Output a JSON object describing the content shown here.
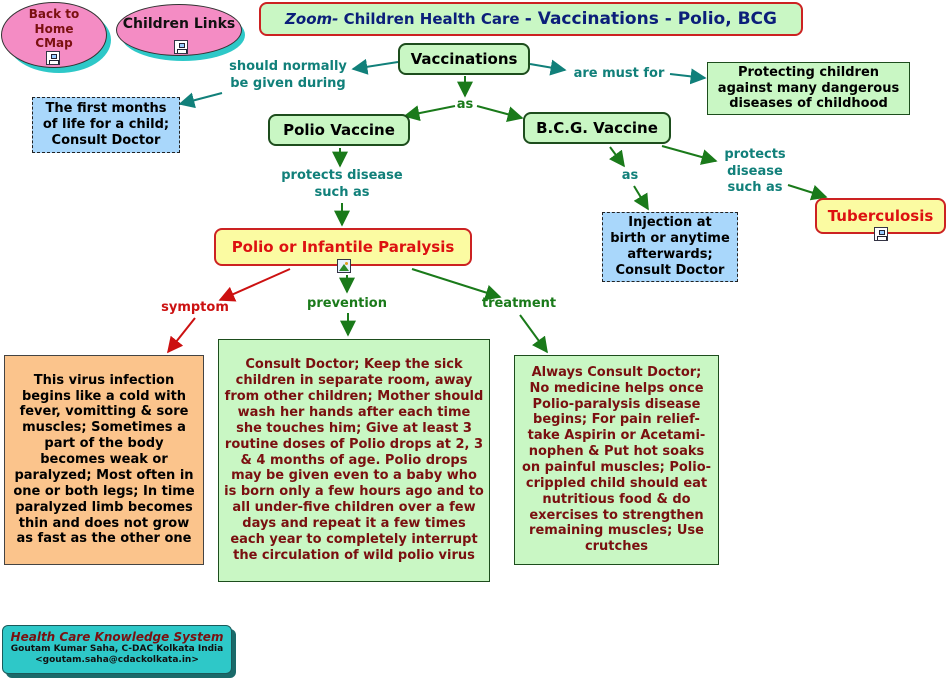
{
  "title": {
    "zoom": "Zoom-",
    "main": " Children Health Care ",
    "tail": "- Vaccinations - Polio, BCG"
  },
  "nav": {
    "back_home": "Back to Home CMap",
    "children_links": "Children Links"
  },
  "nodes": {
    "vaccinations": "Vaccinations",
    "first_months": "The first months of life for a child; Consult Doctor",
    "protecting": "Protecting children against many dangerous diseases of childhood",
    "polio_vaccine": "Polio Vaccine",
    "bcg_vaccine": "B.C.G. Vaccine",
    "polio_paralysis": "Polio or Infantile Paralysis",
    "injection": "Injection at birth or anytime afterwards; Consult Doctor",
    "tuberculosis": "Tuberculosis",
    "symptom_text": "This virus infection begins like a cold with fever, vomitting & sore muscles; Sometimes a part of the body becomes weak or paralyzed; Most often in one or both legs; In time paralyzed limb becomes  thin and does not grow as fast as the other one",
    "prevention_text": "Consult Doctor; Keep the sick children in separate room, away from other children; Mother should wash her hands after each time she touches him; Give at least 3 routine doses of Polio drops at 2, 3 & 4 months of age. Polio drops may be given even to a baby who is born only a few hours ago and to all under-five children over a few days and repeat it a few times each year to completely interrupt the circulation of wild polio virus",
    "treatment_text": "Always Consult Doctor; No medicine helps once Polio-paralysis disease begins; For pain relief- take Aspirin or Acetami- nophen & Put hot soaks on painful muscles; Polio-crippled child should eat nutritious food & do exercises to strengthen remaining muscles; Use crutches"
  },
  "links": {
    "given_during": "should normally be given during",
    "must_for": "are must for",
    "as1": "as",
    "protects_polio": "protects disease such as",
    "as2": "as",
    "protects_bcg": "protects disease such as",
    "symptom": "symptom",
    "prevention": "prevention",
    "treatment": "treatment"
  },
  "footer": {
    "system": "Health Care Knowledge System",
    "author": "Goutam Kumar Saha, C-DAC Kolkata India",
    "email": "<goutam.saha@cdackolkata.in>"
  },
  "colors": {
    "green_fill": "#c9f7c4",
    "blue_fill": "#a9d7fb",
    "yellow_fill": "#fbfba2",
    "orange_fill": "#fbc48c",
    "pink_fill": "#f48cc4",
    "teal_fill": "#2ec8c8",
    "teal_text": "#11807a",
    "green_text": "#1a7a1a",
    "red_text": "#cc1111",
    "maroon_text": "#7a1010"
  },
  "icons": [
    "cmap-icon",
    "image-icon"
  ]
}
